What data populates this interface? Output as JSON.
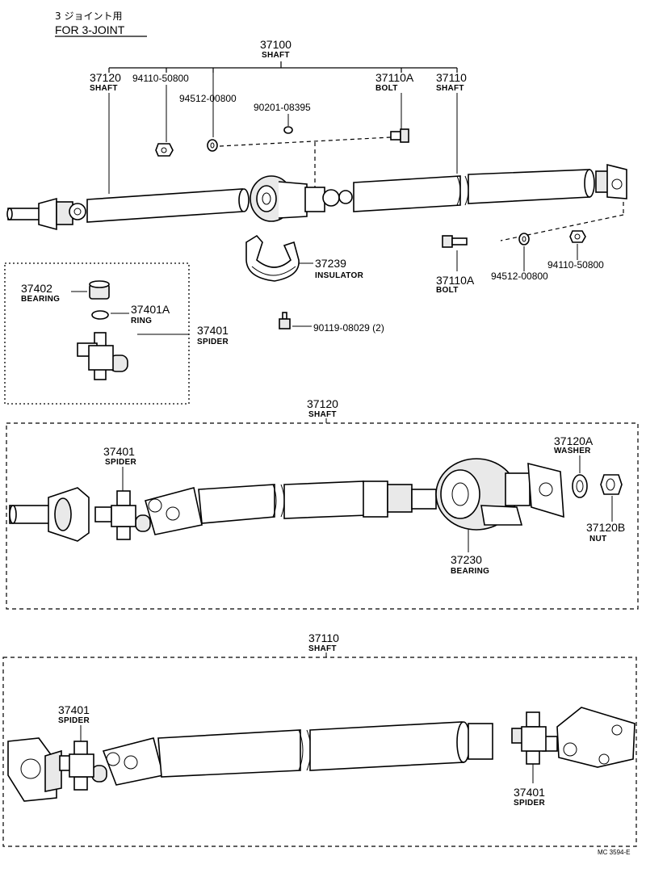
{
  "header": {
    "line1": "3 ジョイント用",
    "line2": "FOR 3-JOINT"
  },
  "top_section": {
    "shaft_assy": {
      "number": "37100",
      "label": "SHAFT"
    },
    "shaft_front": {
      "number": "37120",
      "label": "SHAFT"
    },
    "shaft_rear": {
      "number": "37110",
      "label": "SHAFT"
    },
    "nut_a": {
      "number": "94110-50800"
    },
    "washer_a": {
      "number": "94512-00800"
    },
    "part_90201": {
      "number": "90201-08395"
    },
    "bolt_a": {
      "number": "37110A",
      "label": "BOLT"
    },
    "insulator": {
      "number": "37239",
      "label": "INSULATOR"
    },
    "grease_fitting": {
      "number": "90119-08029 (2)"
    },
    "bolt_b": {
      "number": "37110A",
      "label": "BOLT"
    },
    "washer_b": {
      "number": "94512-00800"
    },
    "nut_b": {
      "number": "94110-50800"
    }
  },
  "spider_kit": {
    "bearing": {
      "number": "37402",
      "label": "BEARING"
    },
    "ring": {
      "number": "37401A",
      "label": "RING"
    },
    "spider": {
      "number": "37401",
      "label": "SPIDER"
    }
  },
  "middle_section": {
    "shaft": {
      "number": "37120",
      "label": "SHAFT"
    },
    "spider": {
      "number": "37401",
      "label": "SPIDER"
    },
    "washer": {
      "number": "37120A",
      "label": "WASHER"
    },
    "nut": {
      "number": "37120B",
      "label": "NUT"
    },
    "bearing": {
      "number": "37230",
      "label": "BEARING"
    }
  },
  "bottom_section": {
    "shaft": {
      "number": "37110",
      "label": "SHAFT"
    },
    "spider_left": {
      "number": "37401",
      "label": "SPIDER"
    },
    "spider_right": {
      "number": "37401",
      "label": "SPIDER"
    }
  },
  "footer": {
    "code": "MC 3594-E"
  }
}
